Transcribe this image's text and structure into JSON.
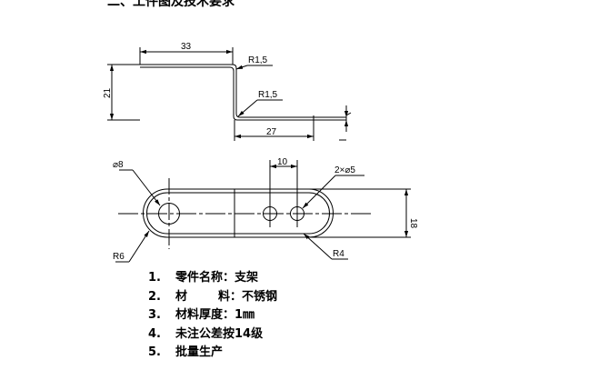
{
  "heading": "二、工件图及技术要求",
  "profile_view": {
    "dim_top_length": "33",
    "dim_bottom_length": "27",
    "dim_height": "21",
    "radius_upper": "R1,5",
    "radius_lower": "R1,5"
  },
  "plan_view": {
    "dim_large_hole": "⌀8",
    "dim_hole_spacing": "10",
    "dim_small_holes": "2×⌀5",
    "dim_width": "18",
    "dim_radius_left": "R6",
    "dim_radius_right": "R4"
  },
  "requirements": [
    {
      "num": "1.",
      "label": "零件名称：",
      "value": "支架"
    },
    {
      "num": "2.",
      "label_a": "材",
      "label_b": "料：",
      "value": "不锈钢"
    },
    {
      "num": "3.",
      "label": "材料厚度：",
      "value": "1㎜"
    },
    {
      "num": "4.",
      "label": "未注公差按",
      "value": "14级"
    },
    {
      "num": "5.",
      "label": "批量生产",
      "value": ""
    }
  ]
}
